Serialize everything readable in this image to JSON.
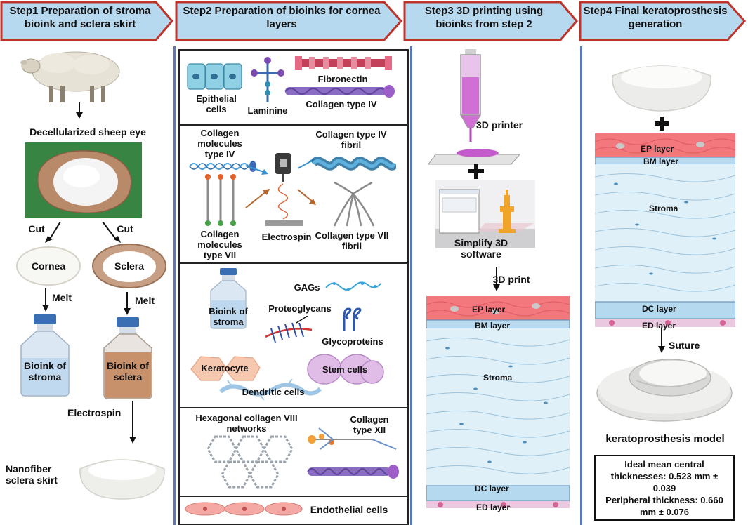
{
  "colors": {
    "header_fill": "#b7d9ef",
    "header_stroke": "#c0332b",
    "panel_line": "#5a77b8",
    "epithelial": "#f1737a",
    "stroma": "#dcedf7",
    "descemet": "#b5d9ee",
    "endothelial": "#e9c8de"
  },
  "steps": [
    {
      "title": "Step1 Preparation of stroma bioink and sclera skirt"
    },
    {
      "title": "Step2 Preparation of bioinks for cornea layers"
    },
    {
      "title": "Step3 3D printing using bioinks from step 2"
    },
    {
      "title": "Step4 Final keratoprosthesis generation"
    }
  ],
  "step1": {
    "eye_label": "Decellularized sheep eye",
    "cut_left": "Cut",
    "cut_right": "Cut",
    "cornea": "Cornea",
    "sclera": "Sclera",
    "melt_left": "Melt",
    "melt_right": "Melt",
    "bioink_stroma": "Bioink of stroma",
    "bioink_sclera": "Bioink of sclera",
    "electrospin": "Electrospin",
    "nanofiber": "Nanofiber sclera skirt"
  },
  "step2": {
    "epithelial_cells": "Epithelial cells",
    "laminine": "Laminine",
    "fibronectin": "Fibronectin",
    "collagen_iv": "Collagen type IV",
    "collagen_mol_iv": "Collagen molecules type IV",
    "collagen_iv_fibril": "Collagen type IV fibril",
    "collagen_mol_vii": "Collagen molecules type VII",
    "electrospin": "Electrospin",
    "collagen_vii_fibril": "Collagen type VII fibril",
    "gags": "GAGs",
    "bioink_stroma": "Bioink of stroma",
    "proteoglycans": "Proteoglycans",
    "glycoproteins": "Glycoproteins",
    "keratocyte": "Keratocyte",
    "stem_cells": "Stem cells",
    "dendritic_cells": "Dendritic cells",
    "hex_collagen": "Hexagonal collagen VIII networks",
    "collagen_xii": "Collagen type XII",
    "endothelial_cells": "Endothelial cells"
  },
  "step3": {
    "printer": "3D printer",
    "software": "Simplify 3D software",
    "print": "3D print",
    "ep": "EP layer",
    "bm": "BM layer",
    "stroma": "Stroma",
    "dc": "DC layer",
    "ed": "ED layer"
  },
  "step4": {
    "ep": "EP layer",
    "bm": "BM layer",
    "stroma": "Stroma",
    "dc": "DC layer",
    "ed": "ED layer",
    "suture": "Suture",
    "model": "keratoprosthesis model",
    "thickness_central": "Ideal mean central thicknesses: 0.523 mm ± 0.039",
    "thickness_peripheral": "Peripheral thickness: 0.660 mm ± 0.076"
  }
}
